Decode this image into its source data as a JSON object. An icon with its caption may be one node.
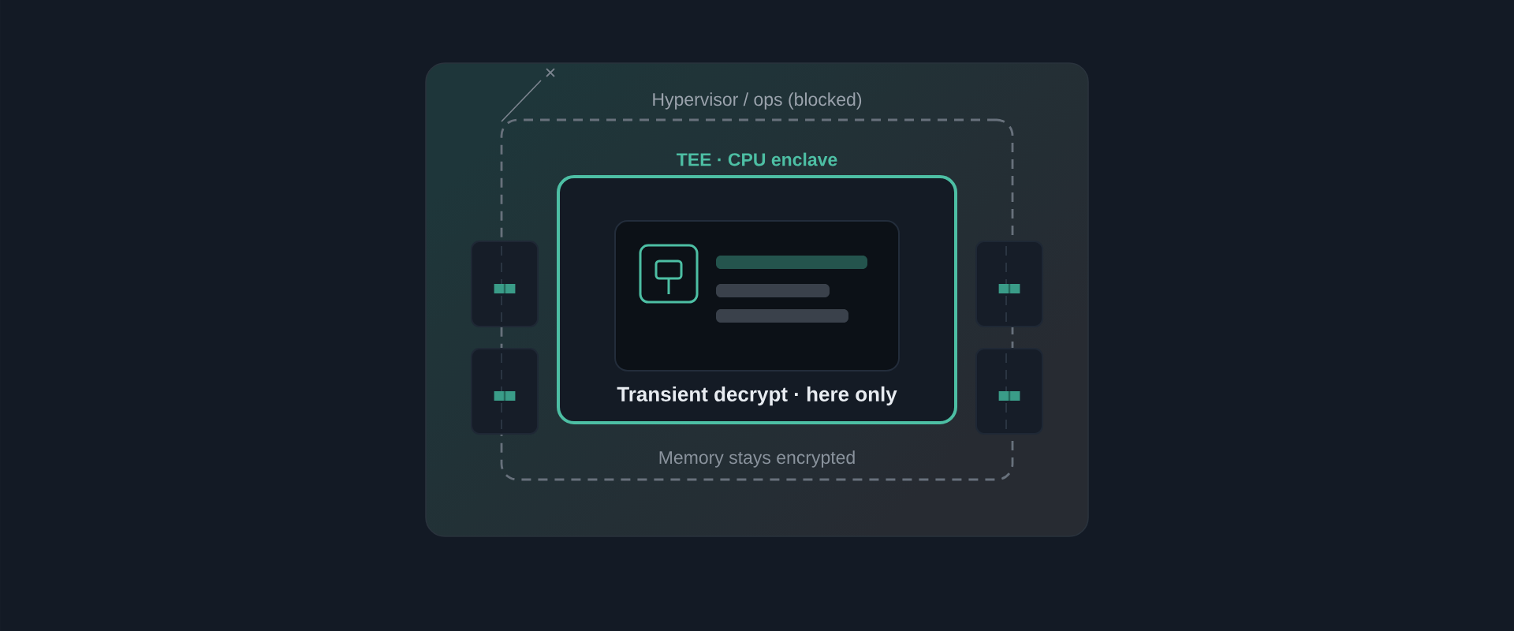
{
  "diagram": {
    "nodes": [
      {
        "text": [
          "Hypervisor / ops (blocked)",
          "Memory stays encrypted"
        ]
      },
      {
        "text": [
          "TEE · CPU enclave",
          "Transient decrypt · here only"
        ],
        "in": 0
      },
      {
        "text": [],
        "shape": "box",
        "in": 1
      },
      {
        "text": [],
        "shape": "box"
      },
      {
        "text": [],
        "shape": "box"
      },
      {
        "text": [],
        "shape": "box"
      },
      {
        "text": [],
        "shape": "box"
      }
    ]
  }
}
